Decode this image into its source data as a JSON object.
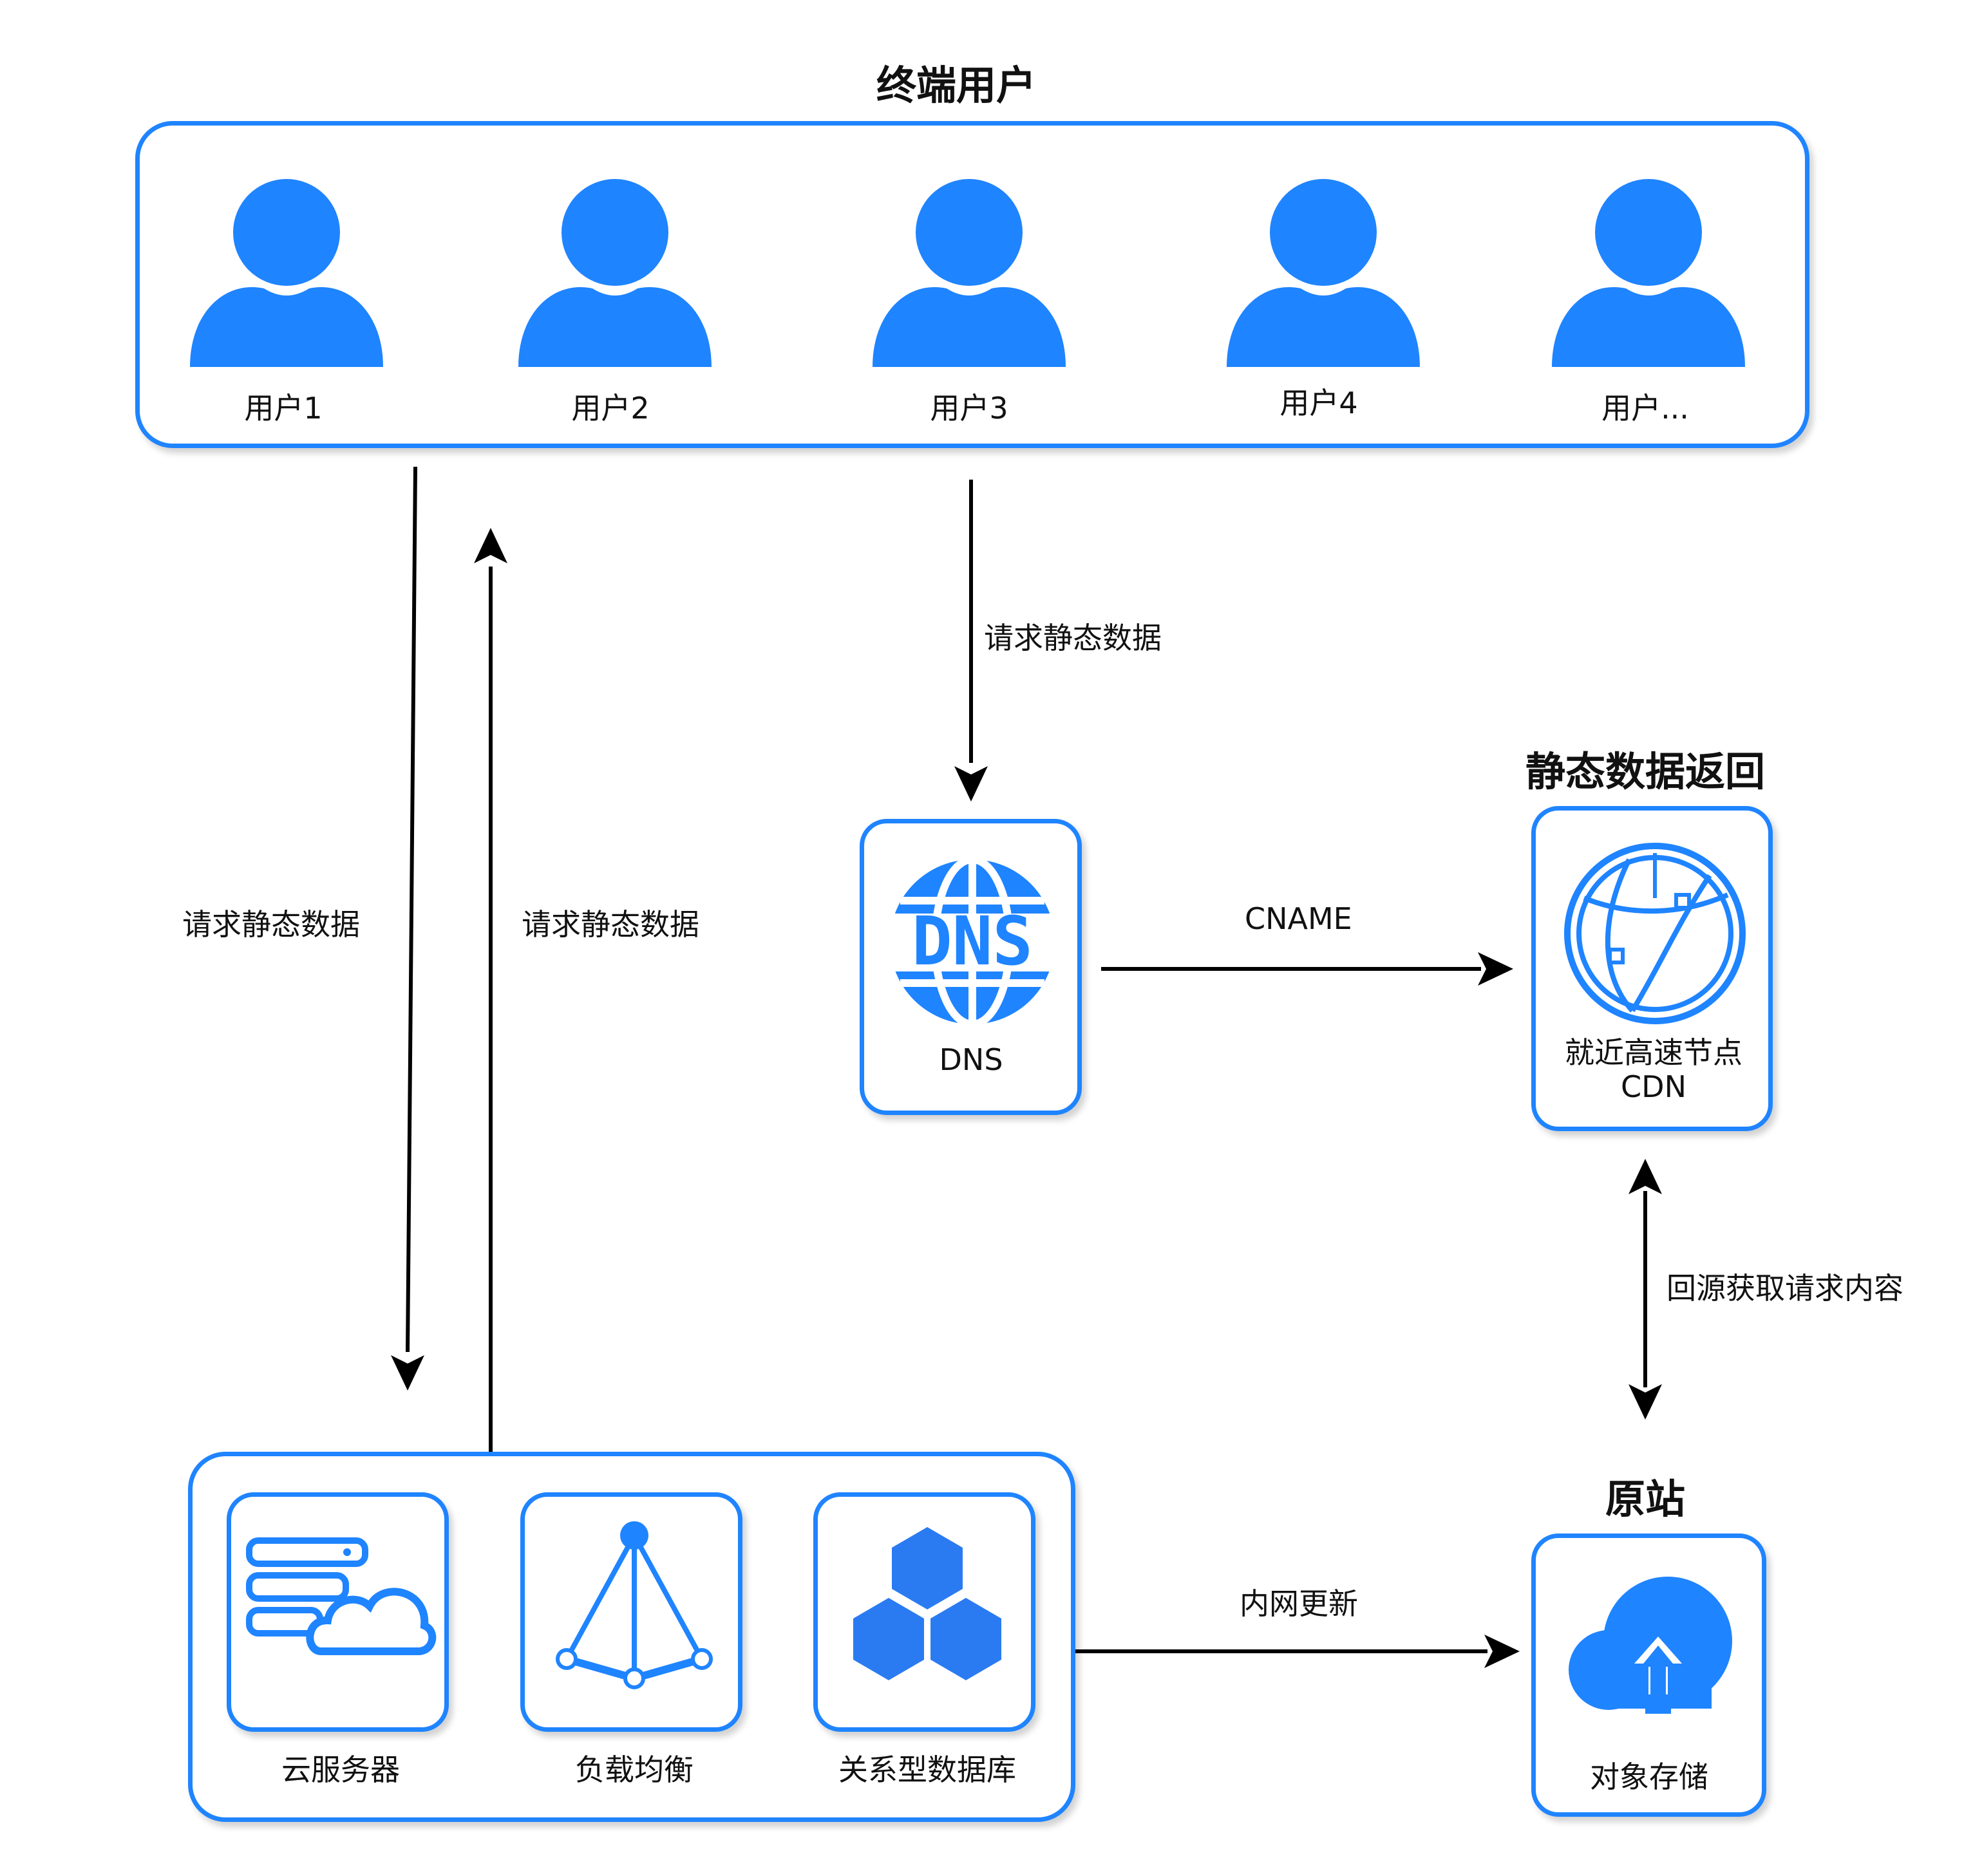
{
  "diagram": {
    "colors": {
      "primary": "#1f84ff",
      "line": "#000000",
      "text": "#111111"
    },
    "users_group": {
      "title": "终端用户",
      "users": [
        {
          "label": "用户1",
          "icon": "user-icon"
        },
        {
          "label": "用户2",
          "icon": "user-icon"
        },
        {
          "label": "用户3",
          "icon": "user-icon"
        },
        {
          "label": "用户4",
          "icon": "user-icon"
        },
        {
          "label": "用户...",
          "icon": "user-icon"
        }
      ]
    },
    "dns": {
      "label": "DNS",
      "icon": "dns-globe-icon",
      "icon_text": "DNS"
    },
    "cdn": {
      "title": "静态数据返回",
      "label_line1": "就近高速节点",
      "label_line2": "CDN",
      "icon": "globe-network-icon"
    },
    "origin": {
      "title": "原站",
      "label": "对象存储",
      "icon": "cloud-upload-icon"
    },
    "backend_group": {
      "items": [
        {
          "label": "云服务器",
          "icon": "cloud-server-icon"
        },
        {
          "label": "负载均衡",
          "icon": "load-balancer-icon"
        },
        {
          "label": "关系型数据库",
          "icon": "database-cubes-icon"
        }
      ]
    },
    "edges": {
      "users_to_backend": "请求静态数据",
      "backend_to_users": "请求静态数据",
      "users_to_dns": "请求静态数据",
      "dns_to_cdn": "CNAME",
      "cdn_origin": "回源获取请求内容",
      "backend_to_origin": "内网更新"
    }
  }
}
